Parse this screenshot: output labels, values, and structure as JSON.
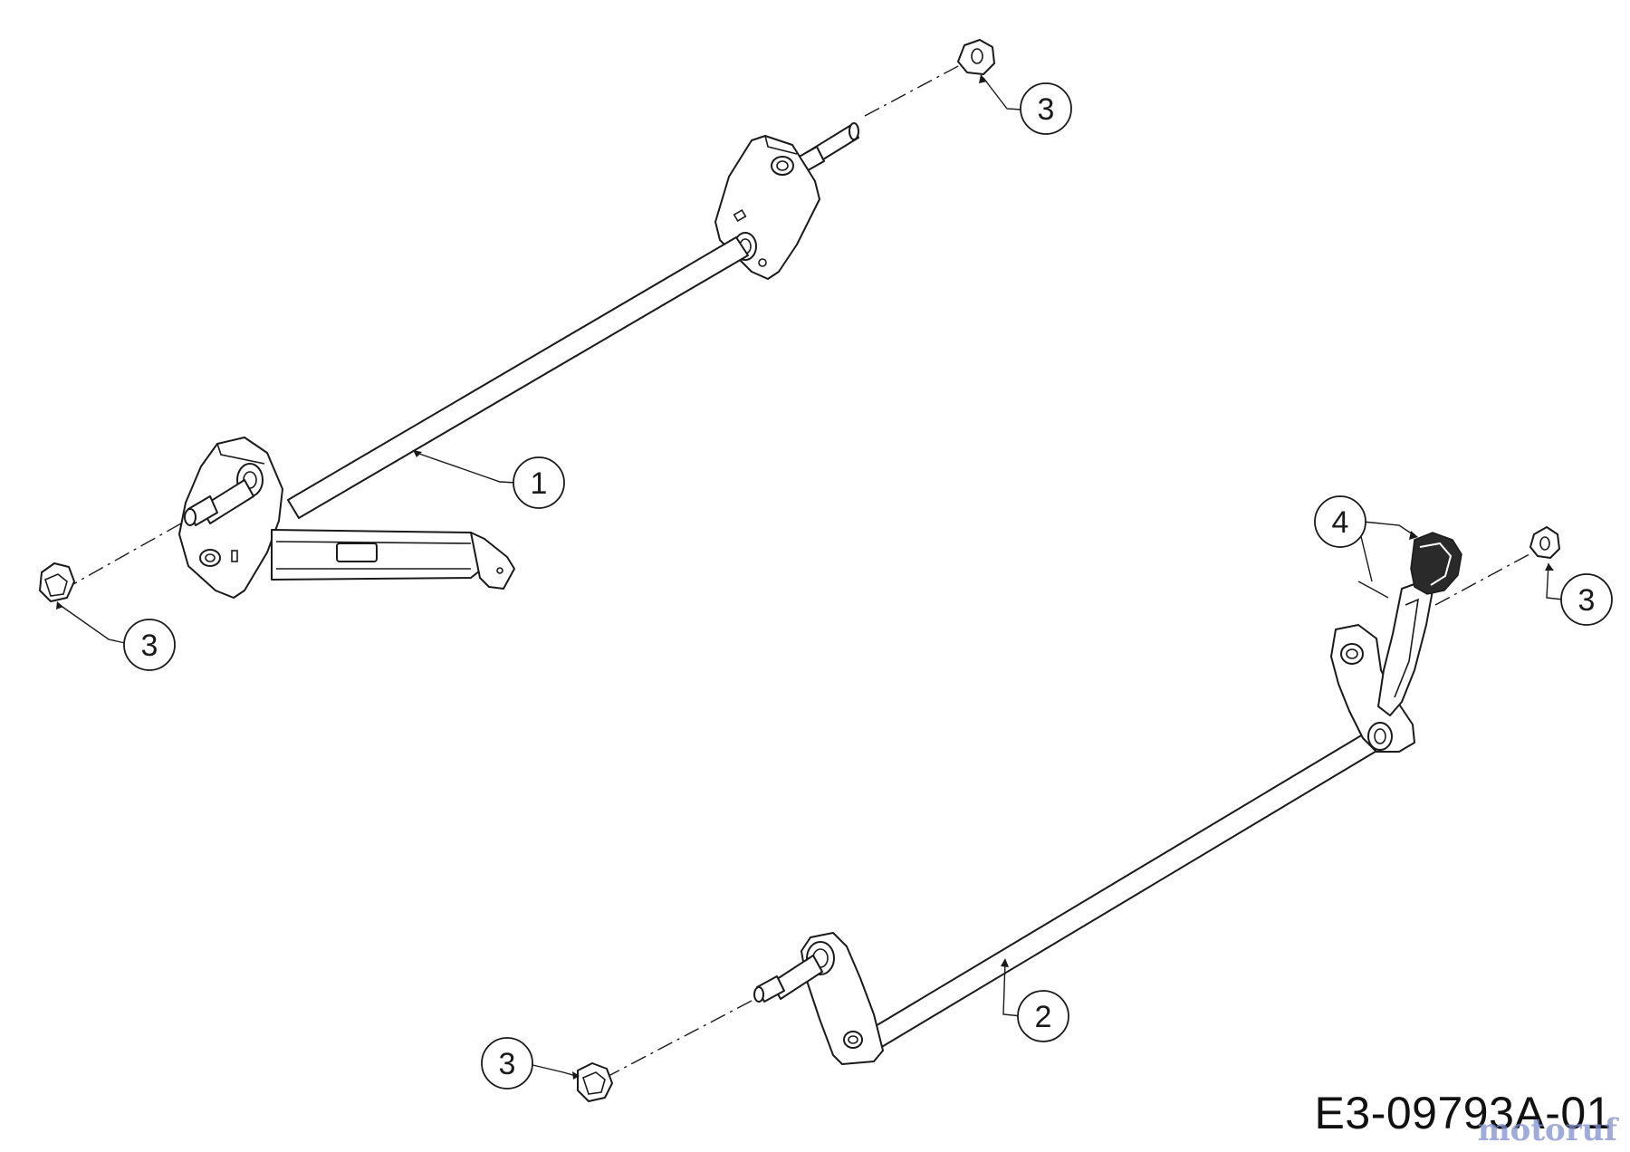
{
  "diagram": {
    "callouts": [
      {
        "id": "callout-1",
        "label": "1"
      },
      {
        "id": "callout-2",
        "label": "2"
      },
      {
        "id": "callout-3a",
        "label": "3"
      },
      {
        "id": "callout-3b",
        "label": "3"
      },
      {
        "id": "callout-3c",
        "label": "3"
      },
      {
        "id": "callout-3d",
        "label": "3"
      },
      {
        "id": "callout-4",
        "label": "4"
      }
    ],
    "drawing_number": "E3-09793A-01",
    "watermark": "motoruf"
  }
}
